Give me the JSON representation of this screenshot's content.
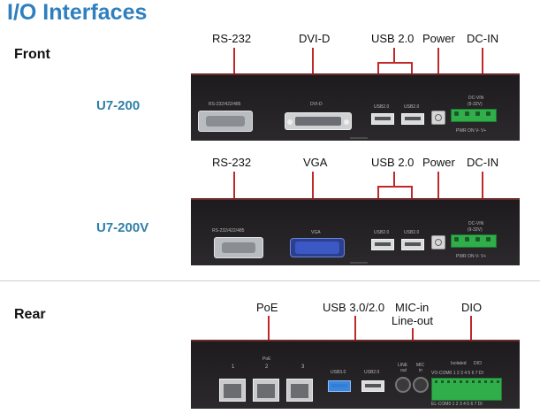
{
  "title": "I/O Interfaces",
  "sections": {
    "front": "Front",
    "rear": "Rear"
  },
  "models": {
    "u7_200": "U7-200",
    "u7_200v": "U7-200V"
  },
  "callouts_u7_200": {
    "rs232": "RS-232",
    "dvid": "DVI-D",
    "usb": "USB 2.0",
    "power": "Power",
    "dcin": "DC-IN"
  },
  "callouts_u7_200v": {
    "rs232": "RS-232",
    "vga": "VGA",
    "usb": "USB 2.0",
    "power": "Power",
    "dcin": "DC-IN"
  },
  "callouts_rear": {
    "poe": "PoE",
    "usb": "USB 3.0/2.0",
    "mic": "MIC-in",
    "line": "Line-out",
    "dio": "DIO"
  },
  "panel_u7_200": {
    "rs": "RS-232/422/485",
    "dvi": "DVI-D",
    "usb1": "USB2.0",
    "usb2": "USB2.0",
    "dcvin": "DC-VIN",
    "range": "(9-32V)",
    "pins": "PWR  ON   V-   V+"
  },
  "panel_u7_200v": {
    "rs": "RS-232/422/485",
    "vga": "VGA",
    "usb1": "USB2.0",
    "usb2": "USB2.0",
    "dcvin": "DC-VIN",
    "range": "(9-32V)",
    "pins": "PWR  ON   V-   V+"
  },
  "panel_rear": {
    "lan1": "1",
    "lan2": "2",
    "lan3": "3",
    "poe": "PoE",
    "usb3": "USB3.0",
    "usb2": "USB2.0",
    "line": "LINE",
    "line_sub": "out",
    "mic": "MIC",
    "mic_sub": "in",
    "isolated": "Isolated",
    "dio": "DIO",
    "top_pins": "VO-COM0 1 2 3 4 5 6 7 DI",
    "bottom_pins": "EL-COM0 1 2 3 4 5 6 7 DI"
  },
  "colors": {
    "title": "#2e7fbf",
    "model": "#2e7fa8",
    "callout_line": "#c0282a",
    "terminal": "#2fae4a",
    "vga": "#2a3f8f",
    "usb3": "#3e86dc"
  }
}
